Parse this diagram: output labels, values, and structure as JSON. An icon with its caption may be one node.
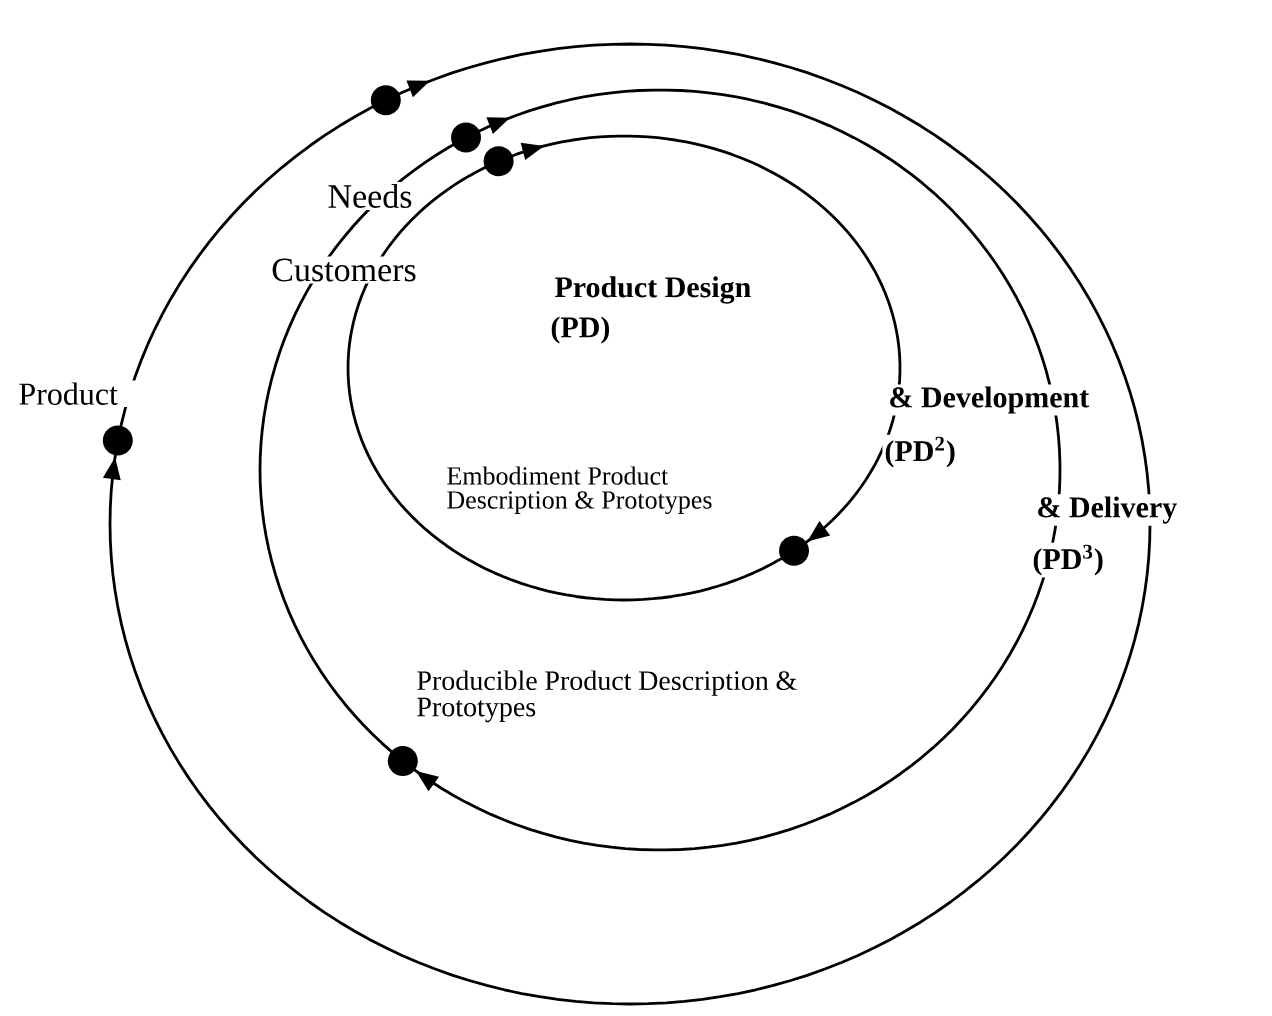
{
  "diagram": {
    "nodes": [
      {
        "text": [],
        "shape": "circle"
      },
      {
        "text": [],
        "shape": "circle"
      },
      {
        "text": [],
        "shape": "circle"
      },
      {
        "text": [],
        "shape": "circle",
        "beside": [
          "Embodiment Product Description & Prototypes"
        ]
      },
      {
        "text": [],
        "shape": "circle",
        "beside": [
          "Producible Product Description & Prototypes"
        ]
      },
      {
        "text": [],
        "shape": "circle",
        "beside": [
          "Product"
        ]
      }
    ],
    "edges": [
      {
        "from": 2,
        "to": 3,
        "arrow": "to"
      },
      {
        "from": 3,
        "to": 2,
        "arrow": "none"
      },
      {
        "from": 1,
        "to": 4,
        "arrow": "to"
      },
      {
        "from": 4,
        "to": 1,
        "arrow": "none"
      },
      {
        "from": 0,
        "to": 5,
        "arrow": "to"
      },
      {
        "from": 5,
        "to": 0,
        "arrow": "none"
      }
    ],
    "labels": [
      "Needs",
      "Customers",
      "Product Design",
      "(PD)",
      "& Development",
      "(PD$^{2}$)",
      "& Delivery",
      "(PD$^{3}$)"
    ]
  }
}
